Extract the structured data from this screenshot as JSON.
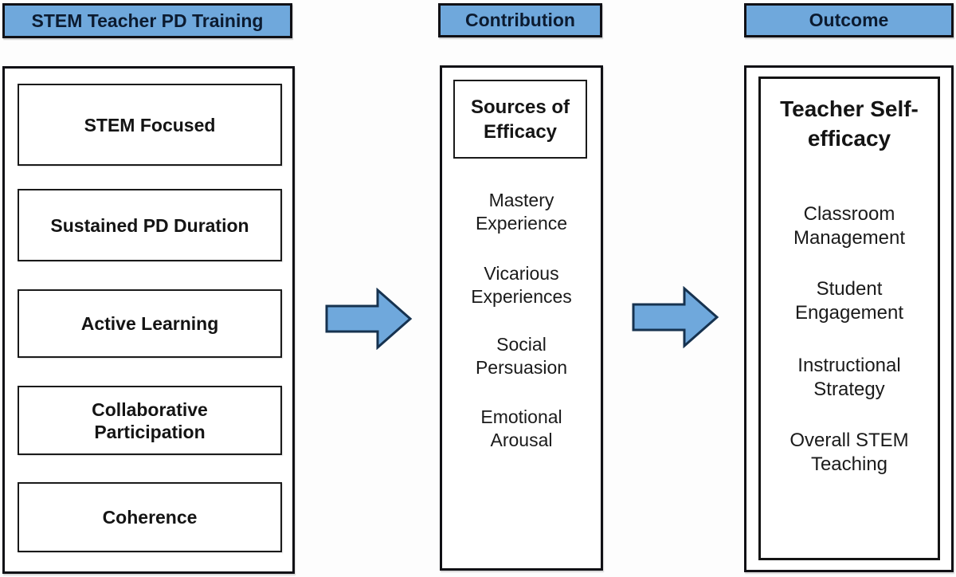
{
  "diagram": {
    "columns": [
      {
        "header": "STEM Teacher PD Training",
        "items": [
          "STEM Focused",
          "Sustained PD Duration",
          "Active Learning",
          "Collaborative Participation",
          "Coherence"
        ]
      },
      {
        "header": "Contribution",
        "title": "Sources of Efficacy",
        "items": [
          "Mastery Experience",
          "Vicarious Experiences",
          "Social Persuasion",
          "Emotional Arousal"
        ]
      },
      {
        "header": "Outcome",
        "title": "Teacher Self-efficacy",
        "items": [
          "Classroom Management",
          "Student Engagement",
          "Instructional Strategy",
          "Overall STEM Teaching"
        ]
      }
    ],
    "colors": {
      "header_fill": "#6fa8dc",
      "arrow_fill": "#6fa8dc",
      "arrow_outline": "#16324f",
      "box_border": "#101015",
      "text": "#141414",
      "background": "#fdfdfd"
    }
  }
}
